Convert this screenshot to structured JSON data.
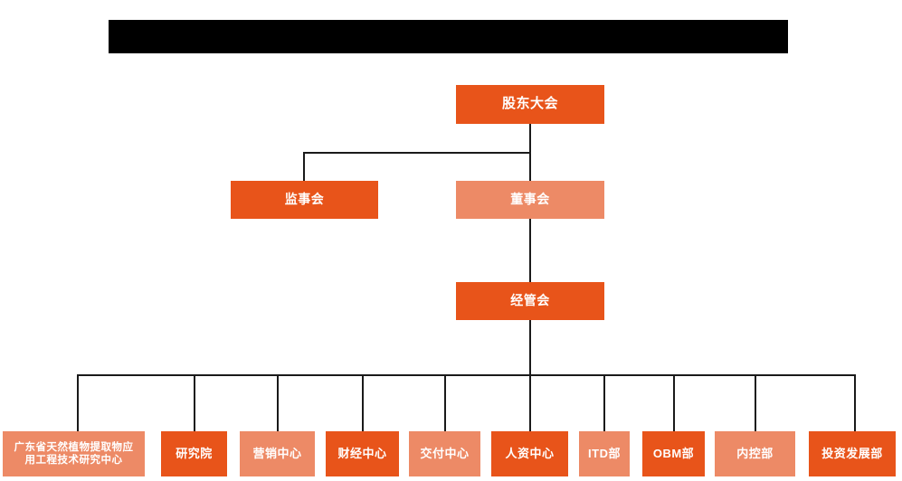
{
  "page": {
    "background_color": "#ffffff",
    "title_banner": {
      "label": "redacted-title-banner",
      "text": "",
      "color": "#000000"
    }
  },
  "palette": {
    "primary_orange": "#E8541A",
    "secondary_salmon": "#ED8A66",
    "connector": "#1a1a1a",
    "node_text": "#ffffff"
  },
  "chart_data": {
    "type": "diagram",
    "diagram_type": "org-chart",
    "title": "",
    "levels": [
      {
        "level": 1,
        "nodes": [
          {
            "id": "shareholders",
            "text": "股东大会",
            "color": "#E8541A",
            "style": "primary"
          }
        ]
      },
      {
        "level": 2,
        "nodes": [
          {
            "id": "supervisors",
            "text": "监事会",
            "color": "#E8541A",
            "style": "primary"
          },
          {
            "id": "directors",
            "text": "董事会",
            "color": "#ED8A66",
            "style": "secondary"
          }
        ]
      },
      {
        "level": 3,
        "nodes": [
          {
            "id": "management",
            "text": "经管会",
            "color": "#E8541A",
            "style": "primary"
          }
        ]
      },
      {
        "level": 4,
        "nodes": [
          {
            "id": "eng-center",
            "text": "广东省天然植物提取物应用工程技术研究中心",
            "line1": "广东省天然植物提取物应",
            "line2": "用工程技术研究中心",
            "color": "#ED8A66",
            "style": "secondary"
          },
          {
            "id": "research-institute",
            "text": "研究院",
            "color": "#E8541A",
            "style": "primary"
          },
          {
            "id": "marketing-center",
            "text": "营销中心",
            "color": "#ED8A66",
            "style": "secondary"
          },
          {
            "id": "finance-center",
            "text": "财经中心",
            "color": "#E8541A",
            "style": "primary"
          },
          {
            "id": "delivery-center",
            "text": "交付中心",
            "color": "#ED8A66",
            "style": "secondary"
          },
          {
            "id": "hr-center",
            "text": "人资中心",
            "color": "#E8541A",
            "style": "primary"
          },
          {
            "id": "itd-dept",
            "text": "ITD部",
            "color": "#ED8A66",
            "style": "secondary"
          },
          {
            "id": "obm-dept",
            "text": "OBM部",
            "color": "#E8541A",
            "style": "primary"
          },
          {
            "id": "internal-control-dept",
            "text": "内控部",
            "color": "#ED8A66",
            "style": "secondary"
          },
          {
            "id": "investment-dev-dept",
            "text": "投资发展部",
            "color": "#E8541A",
            "style": "primary"
          }
        ]
      }
    ],
    "edges": [
      {
        "from": "shareholders",
        "to": "supervisors"
      },
      {
        "from": "shareholders",
        "to": "directors"
      },
      {
        "from": "directors",
        "to": "management"
      },
      {
        "from": "management",
        "to": "eng-center"
      },
      {
        "from": "management",
        "to": "research-institute"
      },
      {
        "from": "management",
        "to": "marketing-center"
      },
      {
        "from": "management",
        "to": "finance-center"
      },
      {
        "from": "management",
        "to": "delivery-center"
      },
      {
        "from": "management",
        "to": "hr-center"
      },
      {
        "from": "management",
        "to": "itd-dept"
      },
      {
        "from": "management",
        "to": "obm-dept"
      },
      {
        "from": "management",
        "to": "internal-control-dept"
      },
      {
        "from": "management",
        "to": "investment-dev-dept"
      }
    ]
  }
}
